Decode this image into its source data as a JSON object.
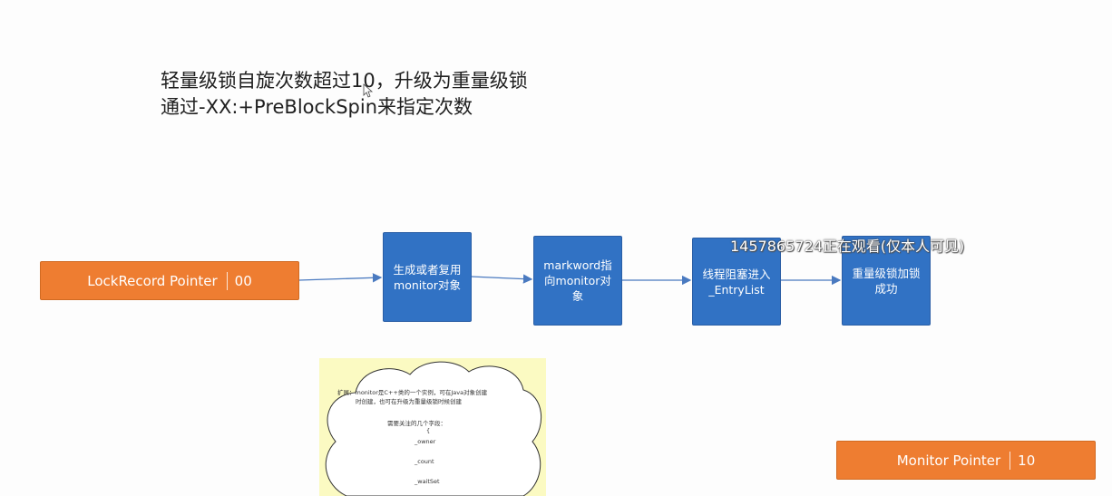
{
  "heading": {
    "line1": "轻量级锁自旋次数超过10，升级为重量级锁",
    "line2": "通过-XX:+PreBlockSpin来指定次数"
  },
  "lock_record": {
    "label": "LockRecord Pointer",
    "bits": "00"
  },
  "monitor_pointer": {
    "label": "Monitor Pointer",
    "bits": "10"
  },
  "steps": [
    {
      "text": "生成或者复用monitor对象"
    },
    {
      "text": "markword指向monitor对象"
    },
    {
      "text": "线程阻塞进入_EntryList"
    },
    {
      "text": "重量级锁加锁成功"
    }
  ],
  "note": {
    "line1": "扩展：monitor是C++类的一个实例，可在Java对象创建",
    "line2": "时创建，也可在升级为重量级锁时候创建",
    "line3": "需要关注的几个字段：",
    "line4": "{",
    "fields": [
      "_owner",
      "_count",
      "_waitSet"
    ]
  },
  "watermark": "1457865724正在观看(仅本人可见)",
  "colors": {
    "orange": "#ee7d31",
    "blue": "#3172c4",
    "note": "#fbfac2",
    "arrow": "#4a7ac0"
  }
}
